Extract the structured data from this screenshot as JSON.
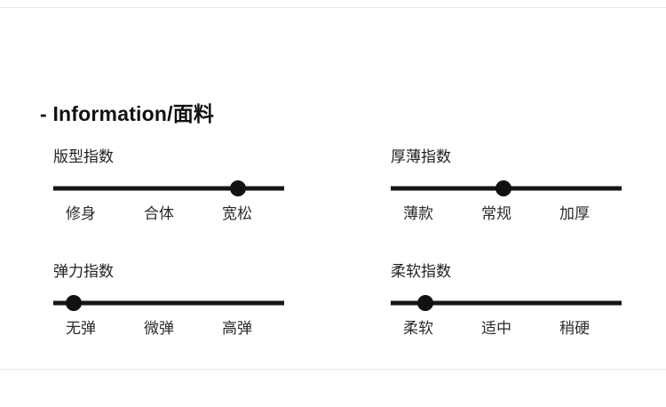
{
  "section": {
    "title": "- Information/面料"
  },
  "colors": {
    "scale": "#161616",
    "dot": "#111111",
    "divider": "#e9e9e9"
  },
  "indices": [
    {
      "name": "版型指数",
      "options": [
        "修身",
        "合体",
        "宽松"
      ],
      "selected": "宽松",
      "dot_percent": 80
    },
    {
      "name": "厚薄指数",
      "options": [
        "薄款",
        "常规",
        "加厚"
      ],
      "selected": "常规",
      "dot_percent": 49
    },
    {
      "name": "弹力指数",
      "options": [
        "无弹",
        "微弹",
        "高弹"
      ],
      "selected": "无弹",
      "dot_percent": 9
    },
    {
      "name": "柔软指数",
      "options": [
        "柔软",
        "适中",
        "稍硬"
      ],
      "selected": "柔软",
      "dot_percent": 15
    }
  ]
}
